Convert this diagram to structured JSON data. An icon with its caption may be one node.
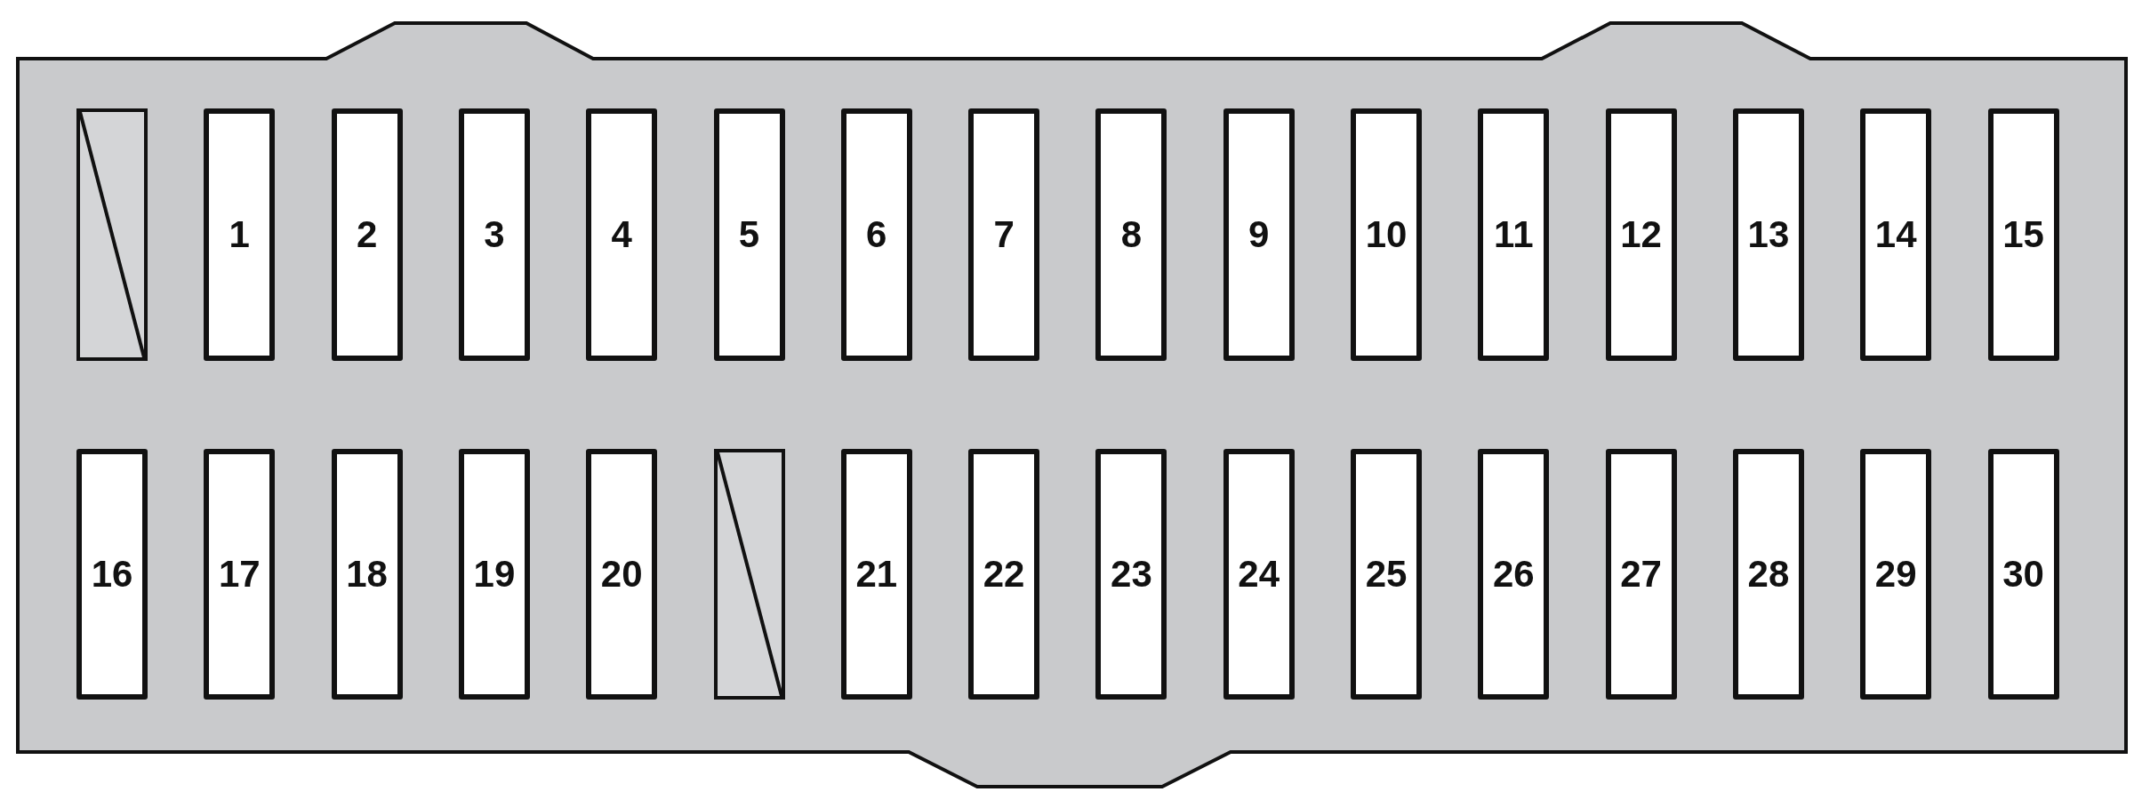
{
  "diagram": {
    "nodes": [
      {
        "text": [],
        "shape": "box"
      },
      {
        "text": [
          "1"
        ]
      },
      {
        "text": [
          "2"
        ]
      },
      {
        "text": [
          "3"
        ]
      },
      {
        "text": [
          "4"
        ]
      },
      {
        "text": [
          "5"
        ]
      },
      {
        "text": [
          "6"
        ]
      },
      {
        "text": [
          "7"
        ]
      },
      {
        "text": [
          "8"
        ]
      },
      {
        "text": [
          "9"
        ]
      },
      {
        "text": [
          "10"
        ]
      },
      {
        "text": [
          "11"
        ]
      },
      {
        "text": [
          "12"
        ]
      },
      {
        "text": [
          "13"
        ]
      },
      {
        "text": [
          "14"
        ]
      },
      {
        "text": [
          "15"
        ]
      },
      {
        "text": [
          "16"
        ]
      },
      {
        "text": [
          "17"
        ]
      },
      {
        "text": [
          "18"
        ]
      },
      {
        "text": [
          "19"
        ]
      },
      {
        "text": [
          "20"
        ]
      },
      {
        "text": [],
        "shape": "box"
      },
      {
        "text": [
          "21"
        ]
      },
      {
        "text": [
          "22"
        ]
      },
      {
        "text": [
          "23"
        ]
      },
      {
        "text": [
          "24"
        ]
      },
      {
        "text": [
          "25"
        ]
      },
      {
        "text": [
          "26"
        ]
      },
      {
        "text": [
          "27"
        ]
      },
      {
        "text": [
          "28"
        ]
      },
      {
        "text": [
          "29"
        ]
      },
      {
        "text": [
          "30"
        ]
      }
    ]
  }
}
